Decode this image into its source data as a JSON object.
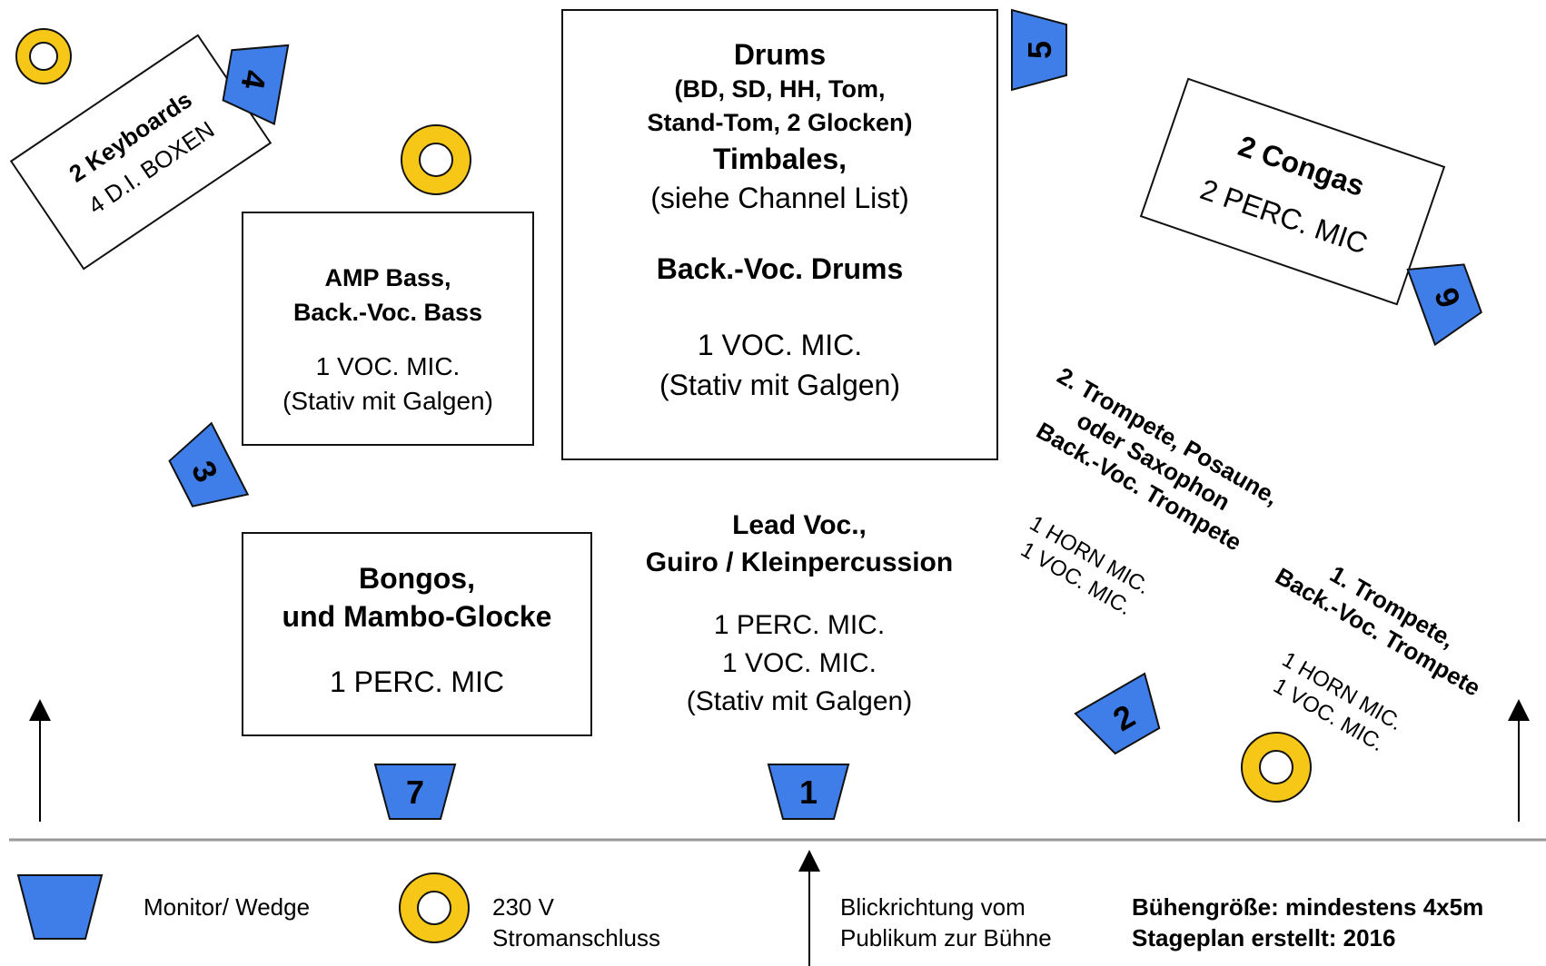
{
  "colors": {
    "monitor": "#3f7ee8",
    "power": "#f7c718",
    "outline": "#111111",
    "stage_edge": "#999999"
  },
  "boxes": {
    "keyboards": {
      "title": "2 Keyboards",
      "mic": "4 D.I. BOXEN"
    },
    "bass": {
      "line1": "AMP Bass,",
      "line2": "Back.-Voc. Bass",
      "mic1": "1 VOC. MIC.",
      "mic2": "(Stativ mit Galgen)"
    },
    "drums": {
      "title": "Drums",
      "sub1": "(BD, SD, HH, Tom,",
      "sub2": "Stand-Tom, 2 Glocken)",
      "timbales": "Timbales,",
      "channel": "(siehe Channel List)",
      "backvoc": "Back.-Voc. Drums",
      "mic1": "1 VOC. MIC.",
      "mic2": "(Stativ mit Galgen)"
    },
    "congas": {
      "title": "2 Congas",
      "mic": "2 PERC. MIC"
    },
    "bongos": {
      "line1": "Bongos,",
      "line2": "und Mambo-Glocke",
      "mic": "1 PERC. MIC"
    }
  },
  "lead": {
    "line1": "Lead Voc.,",
    "line2": "Guiro / Kleinpercussion",
    "mic1": "1 PERC. MIC.",
    "mic2": "1 VOC. MIC.",
    "mic3": "(Stativ mit Galgen)"
  },
  "trumpet2": {
    "line1": "2. Trompete, Posaune,",
    "line2": "oder Saxophon",
    "line3": "Back.-Voc. Trompete",
    "mic1": "1 HORN MIC.",
    "mic2": "1 VOC. MIC."
  },
  "trumpet1": {
    "line1": "1. Trompete,",
    "line2": "Back.-Voc. Trompete",
    "mic1": "1 HORN MIC.",
    "mic2": "1 VOC. MIC."
  },
  "monitors": [
    "1",
    "2",
    "3",
    "4",
    "5",
    "6",
    "7"
  ],
  "legend": {
    "monitor": "Monitor/ Wedge",
    "power1": "230 V",
    "power2": "Stromanschluss",
    "view1": "Blickrichtung vom",
    "view2": "Publikum zur Bühne",
    "info1": "Bühengröße: mindestens 4x5m",
    "info2": "Stageplan erstellt: 2016"
  }
}
